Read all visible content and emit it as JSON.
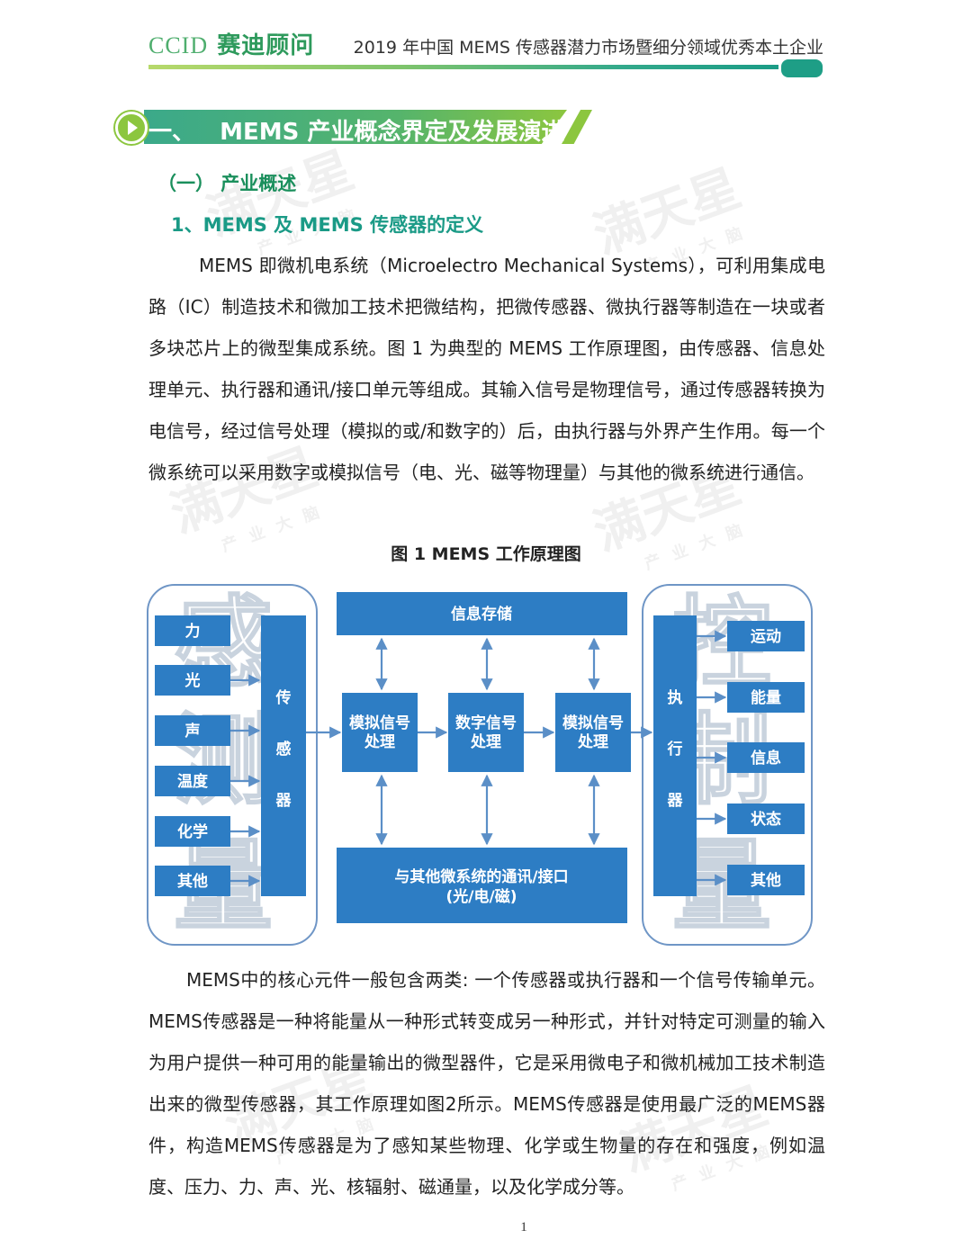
{
  "header": {
    "logo_en": "CCID",
    "logo_cn": "赛迪顾问",
    "document_title": "2019 年中国 MEMS 传感器潜力市场暨细分领域优秀本土企业"
  },
  "section": {
    "title": "一、   MEMS 产业概念界定及发展演进",
    "subsection": "（一）  产业概述",
    "subsubsection": "1、MEMS 及 MEMS 传感器的定义"
  },
  "paragraph1": "MEMS 即微机电系统（Microelectro Mechanical Systems），可利用集成电路（IC）制造技术和微加工技术把微结构，把微传感器、微执行器等制造在一块或者多块芯片上的微型集成系统。图 1 为典型的 MEMS 工作原理图，由传感器、信息处理单元、执行器和通讯/接口单元等组成。其输入信号是物理信号，通过传感器转换为电信号，经过信号处理（模拟的或/和数字的）后，由执行器与外界产生作用。每一个微系统可以采用数字或模拟信号（电、光、磁等物理量）与其他的微系统进行通信。",
  "figure": {
    "caption": "图 1   MEMS 工作原理图",
    "inputs": [
      "力",
      "光",
      "声",
      "温度",
      "化学",
      "其他"
    ],
    "sensor": [
      "传",
      "感",
      "器"
    ],
    "storage": "信息存储",
    "proc1": [
      "模拟信号",
      "处理"
    ],
    "proc2": [
      "数字信号",
      "处理"
    ],
    "proc3": [
      "模拟信号",
      "处理"
    ],
    "comm": [
      "与其他微系统的通讯/接口",
      "(光/电/磁)"
    ],
    "actuator": [
      "执",
      "行",
      "器"
    ],
    "outputs": [
      "运动",
      "能量",
      "信息",
      "状态",
      "其他"
    ],
    "left_panel_bg": [
      "感",
      "测",
      "量"
    ],
    "right_panel_bg": [
      "控",
      "制",
      "量"
    ],
    "colors": {
      "box": "#2d7dc4",
      "arrow": "#5b8fc7",
      "panel_border": "#6f96c6"
    }
  },
  "paragraph2": "MEMS中的核心元件一般包含两类: 一个传感器或执行器和一个信号传输单元。MEMS传感器是一种将能量从一种形式转变成另一种形式，并针对特定可测量的输入为用户提供一种可用的能量输出的微型器件，它是采用微电子和微机械加工技术制造出来的微型传感器，其工作原理如图2所示。MEMS传感器是使用最广泛的MEMS器件，构造MEMS传感器是为了感知某些物理、化学或生物量的存在和强度，例如温度、压力、力、声、光、核辐射、磁通量，以及化学成分等。",
  "watermark": {
    "main": "满天星",
    "sub": "产业大脑"
  },
  "page_number": "1"
}
